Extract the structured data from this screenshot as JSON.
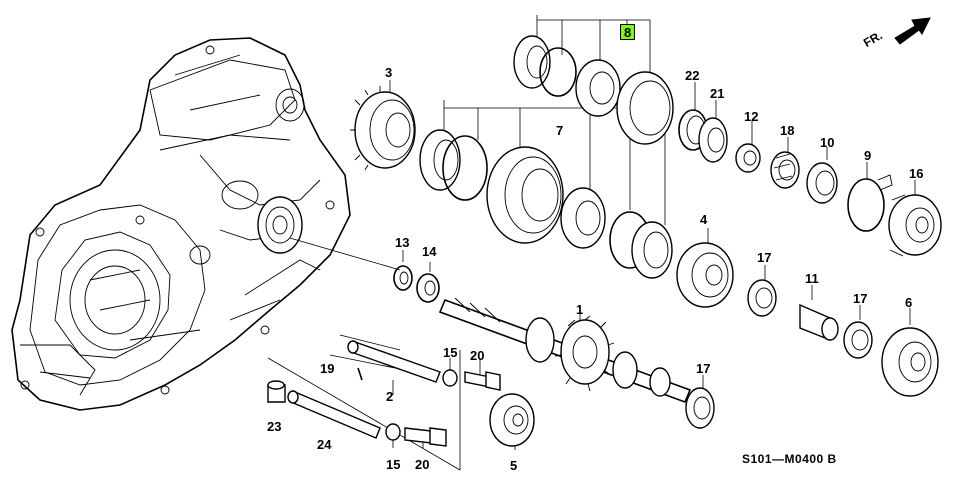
{
  "diagram": {
    "part_callouts": {
      "p1": "1",
      "p2": "2",
      "p3": "3",
      "p4": "4",
      "p5": "5",
      "p6": "6",
      "p7": "7",
      "p8": "8",
      "p9": "9",
      "p10": "10",
      "p11": "11",
      "p12": "12",
      "p13": "13",
      "p14": "14",
      "p15a": "15",
      "p15b": "15",
      "p16": "16",
      "p17a": "17",
      "p17b": "17",
      "p17c": "17",
      "p18": "18",
      "p19": "19",
      "p20a": "20",
      "p20b": "20",
      "p21": "21",
      "p22": "22",
      "p23": "23",
      "p24": "24"
    },
    "highlight_color": "#7CFC00",
    "direction_label": "FR.",
    "drawing_code": "S101—M0400 B"
  }
}
